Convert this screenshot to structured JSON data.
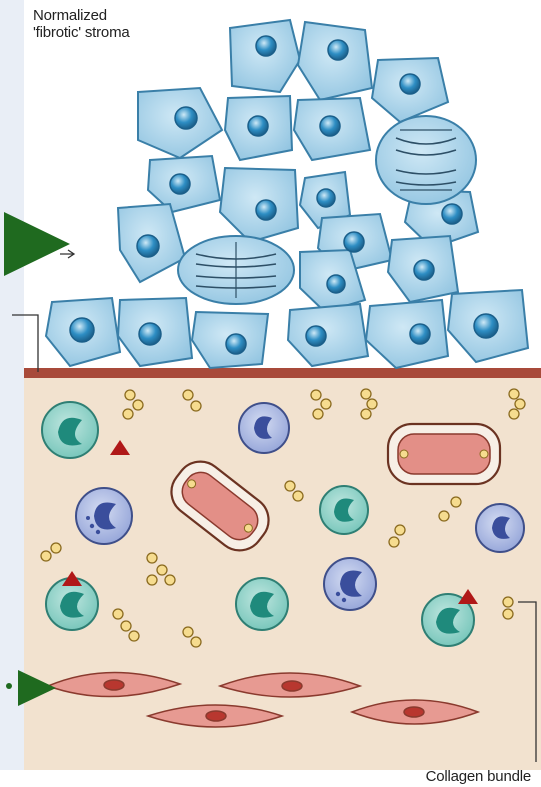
{
  "labels": {
    "stroma_line1": "Normalized",
    "stroma_line2": "'fibrotic' stroma",
    "collagen": "Collagen bundle"
  },
  "colors": {
    "epithelial_fill": "#a9d3ea",
    "epithelial_stroke": "#3a7fa8",
    "nucleus": "#2e8ec4",
    "stroma_bg": "#f2e2cf",
    "basement_membrane": "#a84a3a",
    "macrophage_teal": "#3fa79b",
    "neutrophil_blue": "#4a5fa8",
    "vessel_pink": "#e38f87",
    "collagen_gold": "#d9b25a",
    "fibroblast": "#e79a92",
    "arrow_green": "#1f6a1f",
    "marker_red": "#b01818"
  },
  "icons": {
    "pointer_arrow_upper": "right-triangle-arrow-icon",
    "pointer_arrow_lower": "right-triangle-arrow-icon",
    "marker": "red-triangle-icon"
  }
}
